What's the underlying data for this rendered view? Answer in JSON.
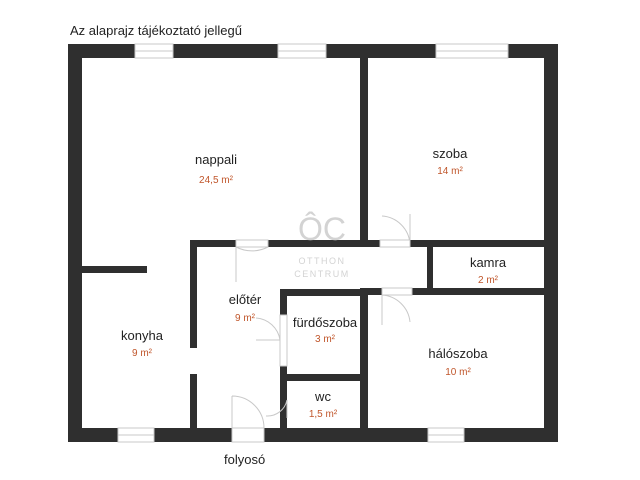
{
  "caption": "Az alaprajz tájékoztató jellegű",
  "corridor": "folyosó",
  "watermark": {
    "logo": "ÔC",
    "line1": "OTTHON",
    "line2": "CENTRUM"
  },
  "rooms": {
    "nappali": {
      "name": "nappali",
      "area": "24,5 m²"
    },
    "szoba": {
      "name": "szoba",
      "area": "14 m²"
    },
    "kamra": {
      "name": "kamra",
      "area": "2 m²"
    },
    "eloter": {
      "name": "előtér",
      "area": "9 m²"
    },
    "furdoszoba": {
      "name": "fürdőszoba",
      "area": "3 m²"
    },
    "konyha": {
      "name": "konyha",
      "area": "9 m²"
    },
    "haloszoba": {
      "name": "hálószoba",
      "area": "10 m²"
    },
    "wc": {
      "name": "wc",
      "area": "1,5 m²"
    }
  },
  "colors": {
    "wall": "#2f2f2f",
    "area_text": "#c0562b",
    "window": "#c8c8c8",
    "watermark": "#d3d3d3"
  }
}
